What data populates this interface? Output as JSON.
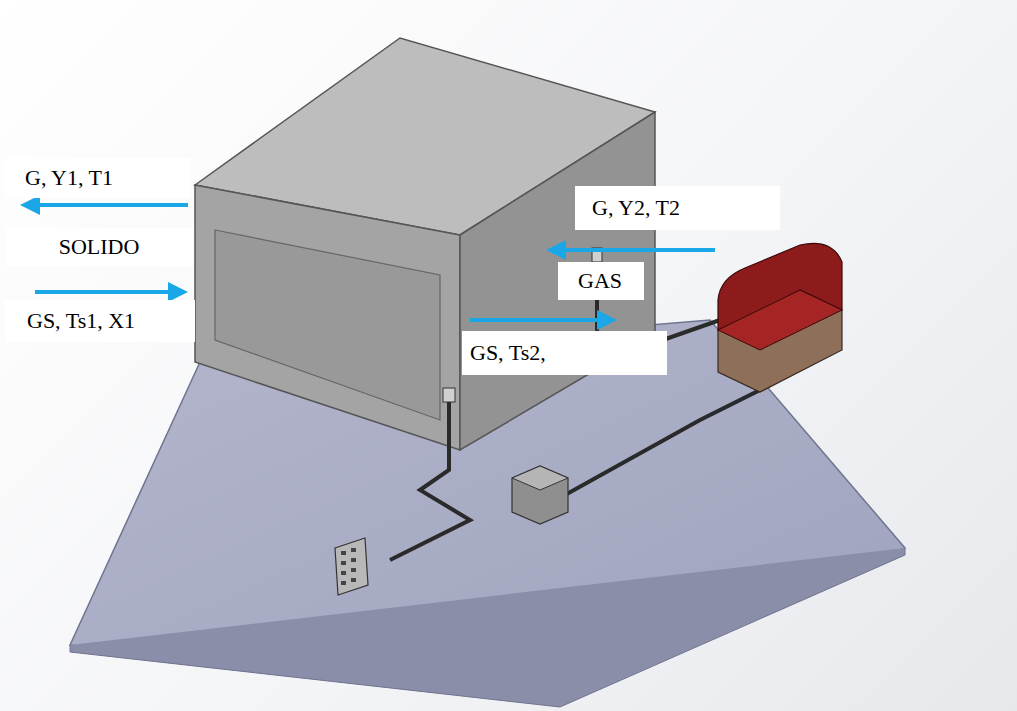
{
  "diagram": {
    "labels": [
      "G, Y1, T1",
      "SOLIDO",
      "GS, Ts1, X1",
      "G, Y2, T2",
      "GAS",
      "GS, Ts2,"
    ]
  }
}
